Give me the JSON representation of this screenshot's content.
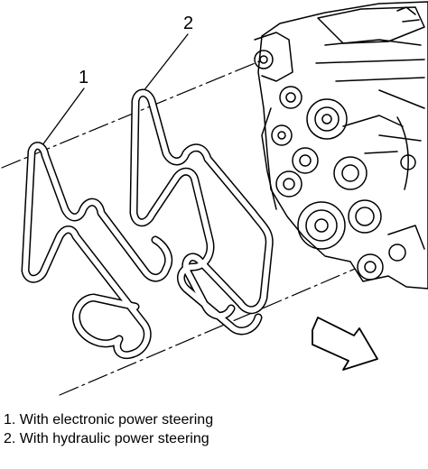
{
  "callouts": {
    "one": "1",
    "two": "2"
  },
  "legend": [
    "1. With electronic power steering",
    "2. With hydraulic power steering"
  ]
}
